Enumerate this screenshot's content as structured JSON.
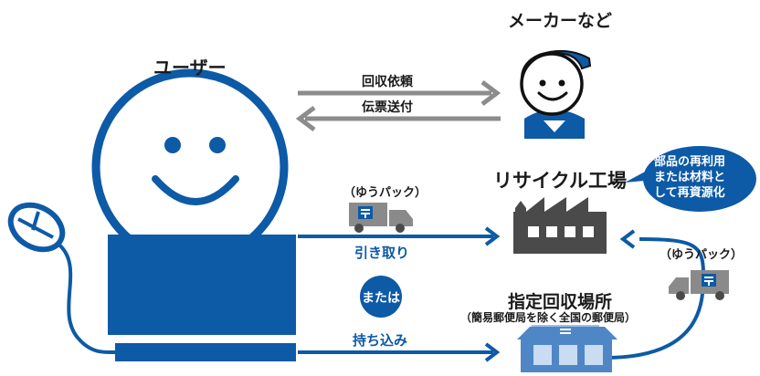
{
  "actors": {
    "user": "ユーザー",
    "maker": "メーカーなど"
  },
  "flows": {
    "request": "回収依頼",
    "slip": "伝票送付",
    "yupack_top": "（ゆうパック）",
    "pickup": "引き取り",
    "or": "または",
    "bring_in": "持ち込み",
    "yupack_right": "（ゆうパック）"
  },
  "places": {
    "factory": "リサイクル工場",
    "dropoff": "指定回収場所",
    "dropoff_note": "（簡易郵便局を除く全国の郵便局）"
  },
  "result_bubble": {
    "line1": "部品の再利用",
    "line2": "または材料と",
    "line3": "して再資源化"
  },
  "colors": {
    "primary": "#0d5aa6",
    "gray": "#8c8c8c",
    "dark_gray": "#4a4a4a",
    "truck_gray": "#8a8a8a",
    "building_blue": "#4f86c6"
  }
}
